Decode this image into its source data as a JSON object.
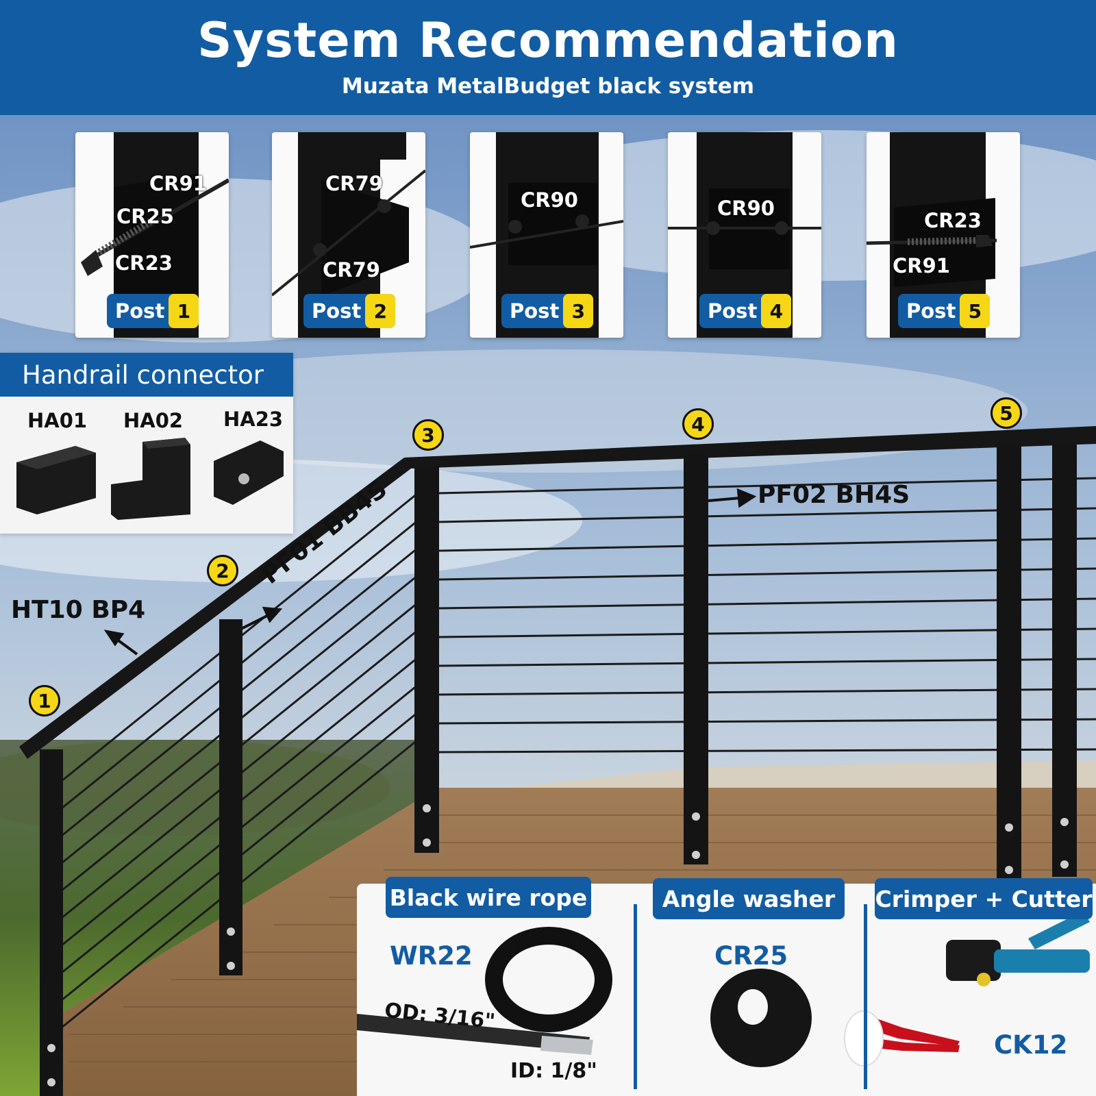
{
  "header": {
    "title": "System Recommendation",
    "subtitle": "Muzata MetalBudget black system"
  },
  "posts": [
    {
      "label": "Post",
      "number": "1",
      "parts": [
        "CR91",
        "CR25",
        "CR23"
      ]
    },
    {
      "label": "Post",
      "number": "2",
      "parts": [
        "CR79",
        "CR79"
      ]
    },
    {
      "label": "Post",
      "number": "3",
      "parts": [
        "CR90"
      ]
    },
    {
      "label": "Post",
      "number": "4",
      "parts": [
        "CR90"
      ]
    },
    {
      "label": "Post",
      "number": "5",
      "parts": [
        "CR23",
        "CR91"
      ]
    }
  ],
  "handrail": {
    "title": "Handrail connector",
    "items": [
      "HA01",
      "HA02",
      "HA23"
    ]
  },
  "markers": [
    "1",
    "2",
    "3",
    "4",
    "5"
  ],
  "callouts": {
    "top_rail": "HT10 BP4",
    "stair_post": "PF01 BB4S",
    "level_post": "PF02 BH4S"
  },
  "accessories": {
    "wire_rope": {
      "title": "Black wire rope",
      "code": "WR22",
      "od": "OD: 3/16\"",
      "id": "ID: 1/8\""
    },
    "washer": {
      "title": "Angle washer",
      "code": "CR25"
    },
    "tools": {
      "title": "Crimper + Cutter",
      "code": "CK12"
    }
  },
  "colors": {
    "brand_blue": "#125ca3",
    "marker_yellow": "#f6d716",
    "post_black": "#141414"
  }
}
